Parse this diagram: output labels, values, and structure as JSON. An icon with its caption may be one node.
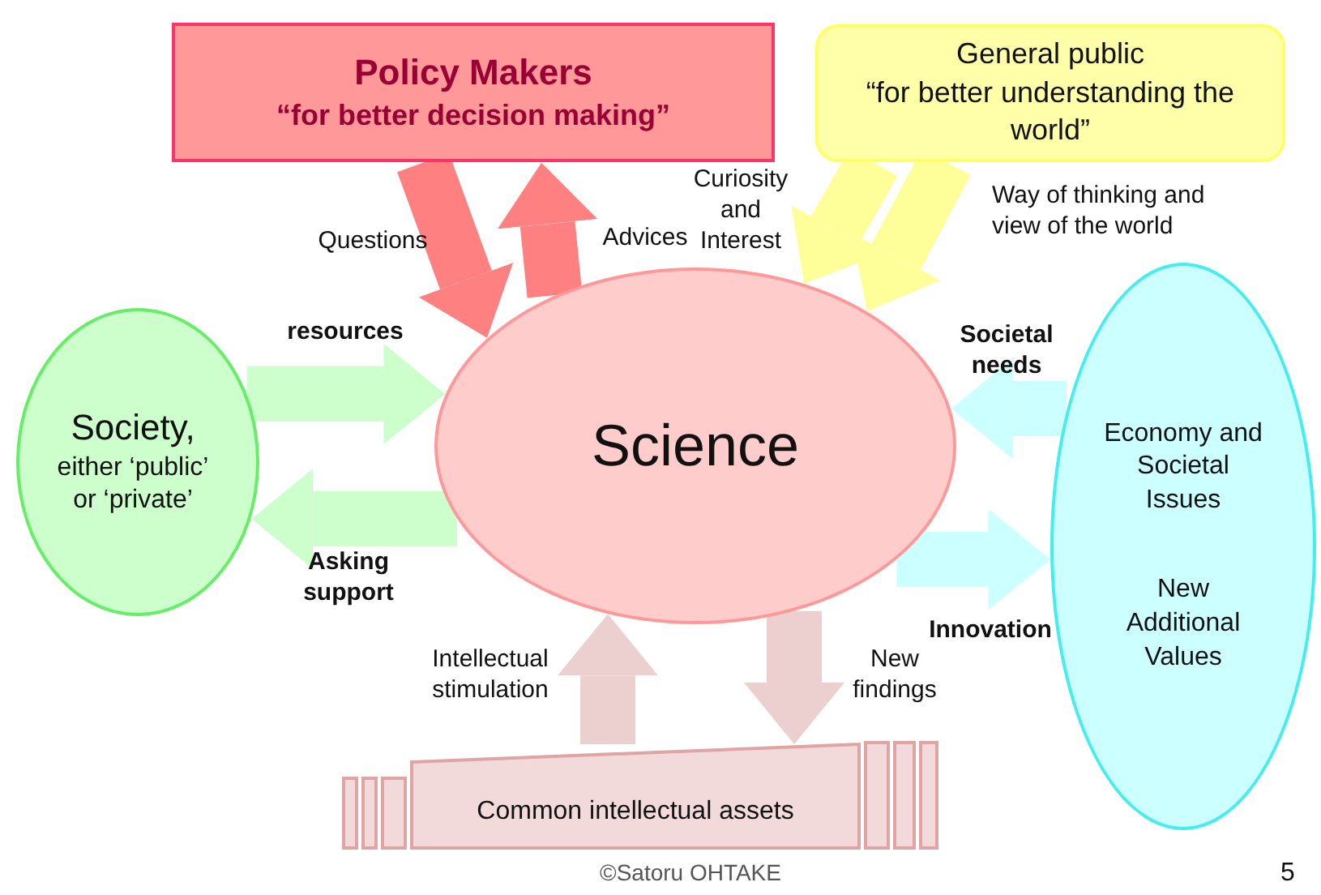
{
  "diagram": {
    "nodes": [
      {
        "text": [
          "Policy Makers",
          "“for better decision making”"
        ]
      },
      {
        "text": [
          "General public",
          "“for better understanding the world”"
        ]
      },
      {
        "text": [
          "Society,",
          "either ‘public’ or ‘private’"
        ]
      },
      {
        "text": [
          "Science"
        ]
      },
      {
        "text": [
          "Economy and Societal Issues",
          "New Additional Values"
        ]
      },
      {
        "text": [
          "Common intellectual assets"
        ]
      }
    ],
    "edges": [
      {
        "from": 0,
        "to": 3,
        "arrow": "to",
        "label": "Questions",
        "color": "#ff8080"
      },
      {
        "from": 3,
        "to": 0,
        "arrow": "to",
        "label": "Advices",
        "color": "#ff8080"
      },
      {
        "from": 1,
        "to": 3,
        "arrow": "to",
        "label": "Curiosity and Interest",
        "color": "#ffff99"
      },
      {
        "from": 1,
        "to": 3,
        "arrow": "to",
        "label": "Way of thinking and view of the world",
        "color": "#ffff99"
      },
      {
        "from": 2,
        "to": 3,
        "arrow": "to",
        "label": "resources",
        "color": "#ccffcc"
      },
      {
        "from": 3,
        "to": 2,
        "arrow": "to",
        "label": "Asking support",
        "color": "#ccffcc"
      },
      {
        "from": 4,
        "to": 3,
        "arrow": "to",
        "label": "Societal needs",
        "color": "#ccffff"
      },
      {
        "from": 3,
        "to": 4,
        "arrow": "to",
        "label": "Innovation",
        "color": "#ccffff"
      },
      {
        "from": 5,
        "to": 3,
        "arrow": "to",
        "label": "Intellectual stimulation",
        "color": "#ecd0d0"
      },
      {
        "from": 3,
        "to": 5,
        "arrow": "to",
        "label": "New findings",
        "color": "#ecd0d0"
      }
    ],
    "labels": [
      "©Satoru OHTAKE",
      "5"
    ]
  }
}
